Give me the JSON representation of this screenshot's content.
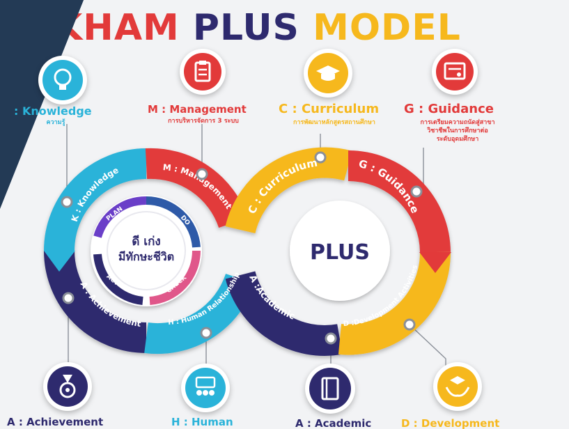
{
  "title": {
    "part1": "KHAM",
    "part2": "PLUS",
    "part3": "MODEL"
  },
  "center_left": {
    "line1": "ดี เก่ง",
    "line2": "มีทักษะชีวิต"
  },
  "center_right": "PLUS",
  "cycle": {
    "plan": "PLAN",
    "do": "DO",
    "check": "CHECK",
    "act": "ACT"
  },
  "bands": {
    "knowledge": "K : Knowledge",
    "management": "M : Management",
    "curriculum": "C : Curriculum",
    "guidance": "G : Guidance",
    "achievement": "A : Achievement",
    "human": "H : Human Relationships",
    "academic": "A :Academic",
    "development": "D :Development Activities"
  },
  "callouts": {
    "knowledge": {
      "title": ": Knowledge",
      "sub": "ความรู้"
    },
    "management": {
      "title": "M : Management",
      "sub": "การบริหารจัดการ 3 ระบบ"
    },
    "curriculum": {
      "title": "C : Curriculum",
      "sub": "การพัฒนาหลักสูตรสถานศึกษา"
    },
    "guidance": {
      "title": "G : Guidance",
      "sub1": "การเตรียมความถนัดสู่สาขา",
      "sub2": "วิชาชีพในการศึกษาต่อ",
      "sub3": "ระดับอุดมศึกษา"
    },
    "achievement": {
      "title": "A : Achievement"
    },
    "human": {
      "title": "H : Human"
    },
    "academic": {
      "title": "A : Academic"
    },
    "development": {
      "title": "D : Development"
    }
  },
  "colors": {
    "red": "#e23a3a",
    "navy": "#2e2a6e",
    "yellow": "#f6b81d",
    "cyan": "#2ab3d9",
    "dark_corner": "#233a55"
  },
  "icons": {
    "knowledge": "lightbulb-icon",
    "management": "clipboard-icon",
    "curriculum": "graduation-cap-icon",
    "guidance": "certificate-icon",
    "achievement": "medal-icon",
    "human": "people-icon",
    "academic": "book-icon",
    "development": "hands-icon"
  }
}
